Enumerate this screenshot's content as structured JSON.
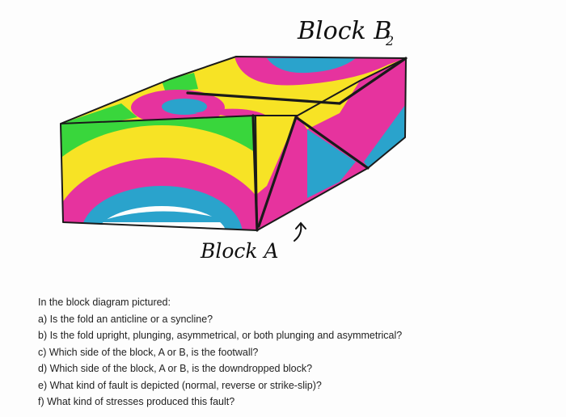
{
  "labels": {
    "block_b": "Block B",
    "block_b_sub": "2",
    "block_a": "Block A"
  },
  "colors": {
    "magenta": "#e6339e",
    "yellow": "#f7e325",
    "green": "#39d63c",
    "blue": "#2aa3cc",
    "outline": "#1a1a1a"
  },
  "questions": {
    "intro": "In the block diagram pictured:",
    "a": "a) Is the fold an anticline or a syncline?",
    "b": "b) Is the fold upright, plunging, asymmetrical, or both plunging and asymmetrical?",
    "c": "c) Which side of the block, A or B, is the footwall?",
    "d": "d) Which side of the block, A or B, is the downdropped block?",
    "e": "e) What kind of fault is depicted (normal, reverse or strike-slip)?",
    "f": "f) What kind of stresses produced this fault?"
  }
}
